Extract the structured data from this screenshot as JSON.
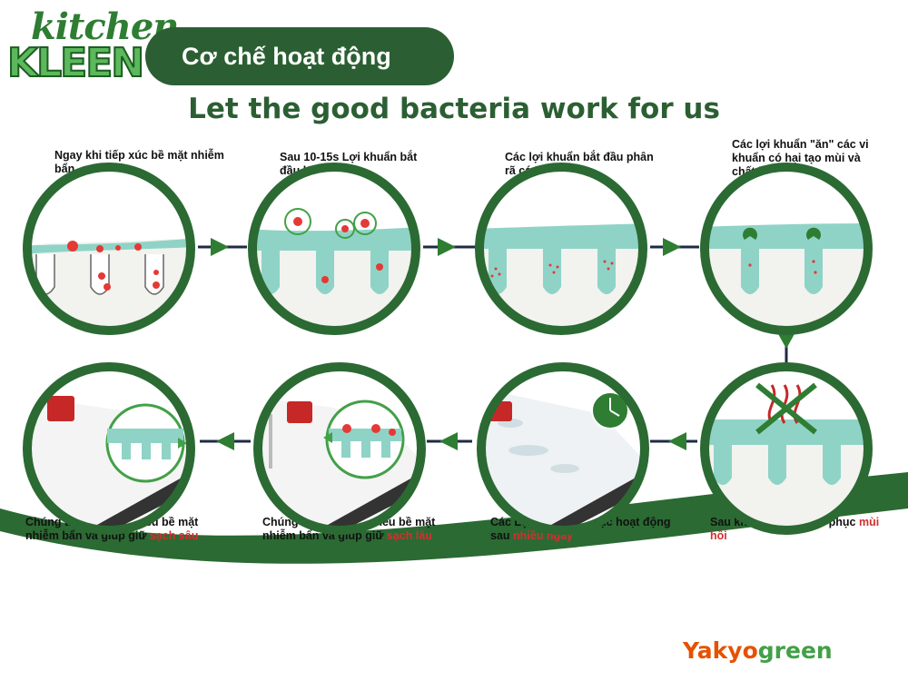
{
  "brand": {
    "line1": "kitchen",
    "line2": "KLEEN"
  },
  "header": {
    "title": "Cơ chế hoạt động"
  },
  "tagline": "Let the good bacteria work for us",
  "steps": [
    {
      "text": "Ngay khi tiếp xúc bề mặt nhiễm bẩn"
    },
    {
      "text": "Sau 10-15s Lợi khuẩn bắt đầu hoạt động"
    },
    {
      "text": "Các lợi khuẩn bắt đầu phân rã các chất bẩn"
    },
    {
      "text": "Các lợi khuẩn \"ăn\" các vi khuẩn có hại tạo mùi và chất bẩn"
    },
    {
      "text": "Sau khi xử lý sẽ khắc phục ",
      "highlight": "mùi hôi"
    },
    {
      "text": "Các Lợi khuẩn tiếp tục hoạt động sau ",
      "highlight": "nhiều ngày"
    },
    {
      "text": "Chúng tiếp tục xử lý nếu bề mặt nhiễm bẩn và giúp giữ ",
      "highlight": "sạch lâu"
    },
    {
      "text": "Chúng tiếp tục xử lý nếu bề mặt nhiễm bẩn và giúp giữ ",
      "highlight": "sạch sâu"
    }
  ],
  "logo": {
    "part1": "Yakyo",
    "part2": "green"
  },
  "colors": {
    "dark_green": "#2b5f33",
    "aqua": "#8fd3c7",
    "red": "#d32f2f",
    "accent_green": "#5cb85c"
  }
}
